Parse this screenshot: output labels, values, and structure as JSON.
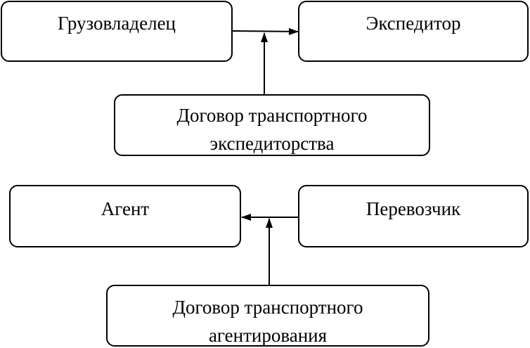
{
  "diagram": {
    "top": {
      "shipper": "Грузовладелец",
      "forwarder": "Экспедитор",
      "contract_line1": "Договор транспортного",
      "contract_line2": "экспедиторства"
    },
    "bottom": {
      "agent": "Агент",
      "carrier": "Перевозчик",
      "contract_line1": "Договор транспортного",
      "contract_line2": "агентирования"
    }
  },
  "colors": {
    "stroke": "#000000",
    "background": "#ffffff"
  }
}
